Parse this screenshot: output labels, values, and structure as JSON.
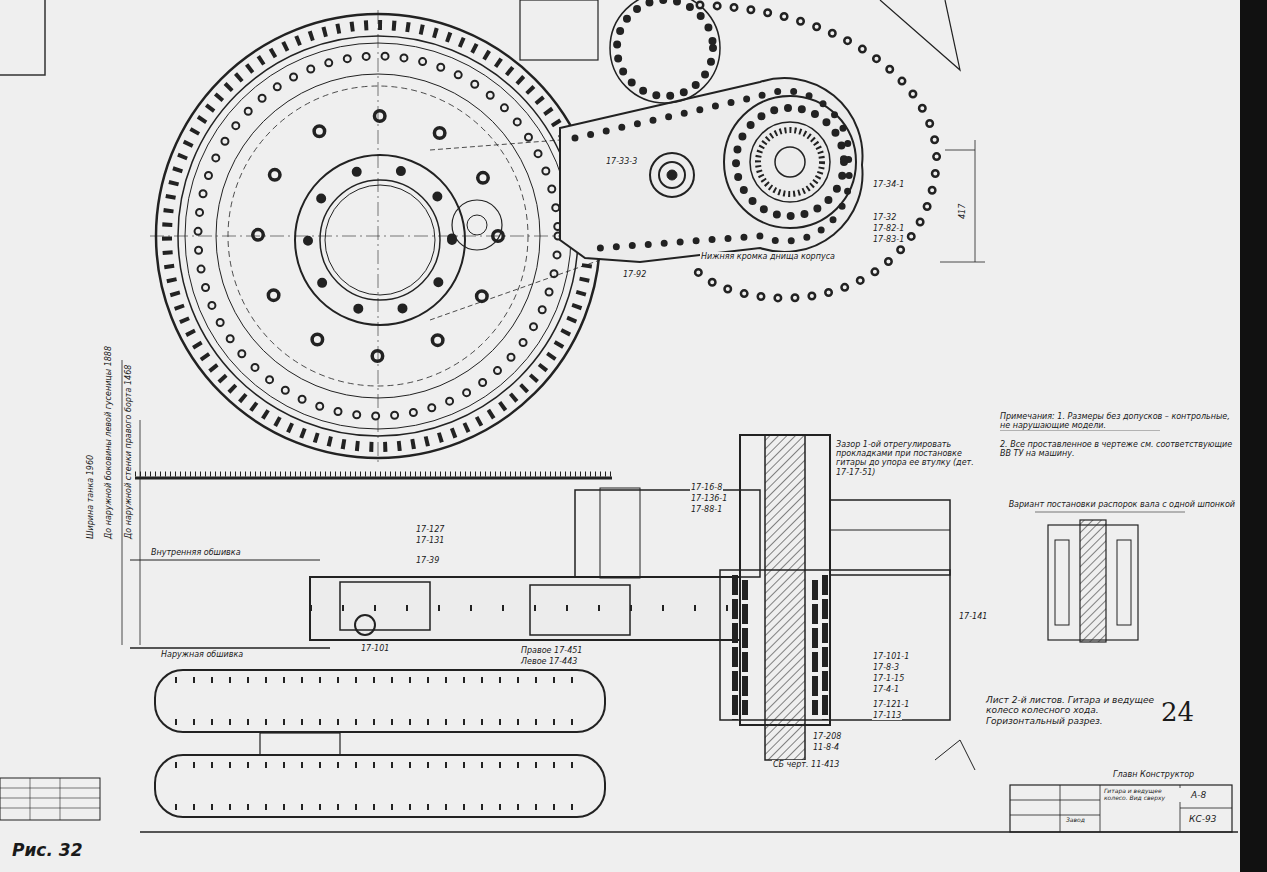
{
  "diagram": {
    "caption": "Рис. 32",
    "labels": [
      "17-33-3",
      "17-34-1",
      "17-32",
      "17-82-1",
      "17-83-1",
      "Нижняя кромка днища корпуса",
      "417",
      "17-92",
      "Ширина танка 1960",
      "До наружной боковины левой гусеницы 1888",
      "До наружной стенки правого борта 1468",
      "Внутренняя обшивка",
      "Наружная обшивка",
      "17-127",
      "17-131",
      "17-39",
      "17-101",
      "Правое 17-451",
      "Левое 17-443",
      "17-16-8",
      "17-136-1",
      "17-88-1",
      "Зазор 1-ой отрегулировать прокладками при постановке гитары до упора ее втулку (дет. 17-17-51)",
      "17-101-1",
      "17-8-3",
      "17-1-15",
      "17-4-1",
      "17-121-1",
      "17-113",
      "17-208",
      "11-8-4",
      "СБ черт. 11-413",
      "17-141",
      "Примечания: 1. Размеры без допусков – контрольные, не нарушающие модели.",
      "2. Все проставленное в чертеже см. соответствующие ВВ ТУ на машину.",
      "Вариант постановки распорок вала с одной шпонкой",
      "Лист 2-й листов. Гитара и ведущее колесо колесного хода. Горизонтальный разрез.",
      "24",
      "Главн Конструктор",
      "Гитара и ведущее колесо. Вид сверху",
      "А-8",
      "КС-93",
      "Завод"
    ]
  }
}
